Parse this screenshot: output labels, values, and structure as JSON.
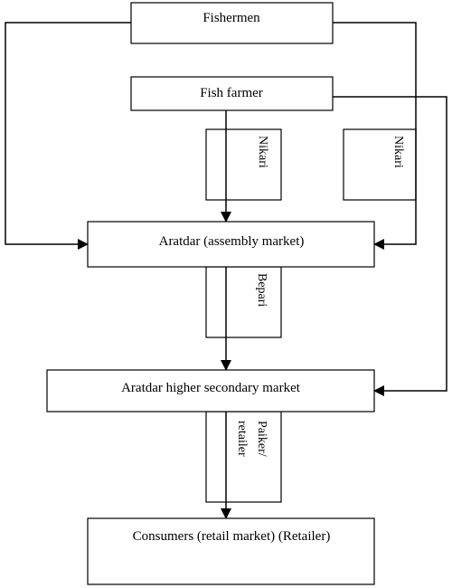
{
  "nodes": {
    "fishermen": "Fishermen",
    "fish_farmer": "Fish farmer",
    "aratdar_assembly": "Aratdar (assembly market)",
    "aratdar_secondary": "Aratdar higher secondary market",
    "consumers": "Consumers (retail market) (Retailer)"
  },
  "intermediaries": {
    "nikari_left": "Nikari",
    "nikari_right": "Nikari",
    "bepari": "Bepari",
    "paiker_line1": "Paiker/",
    "paiker_line2": "retailer"
  },
  "colors": {
    "line": "#000000",
    "box_fill": "#ffffff",
    "text": "#000000"
  }
}
